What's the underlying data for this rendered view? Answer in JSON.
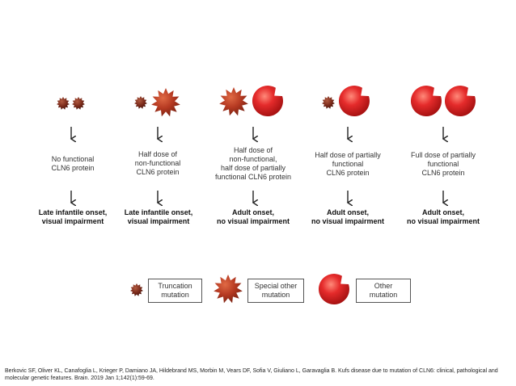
{
  "columns": [
    {
      "protein_lines": [
        "No functional",
        "CLN6 protein"
      ],
      "outcome_lines": [
        "Late infantile onset,",
        "visual impairment"
      ]
    },
    {
      "protein_lines": [
        "Half dose of",
        "non-functional",
        "CLN6 protein"
      ],
      "outcome_lines": [
        "Late infantile onset,",
        "visual impairment"
      ]
    },
    {
      "protein_lines": [
        "Half dose of",
        "non-functional,",
        "half dose of partially",
        "functional CLN6 protein"
      ],
      "outcome_lines": [
        "Adult onset,",
        "no visual impairment"
      ]
    },
    {
      "protein_lines": [
        "Half dose of partially",
        "functional",
        "CLN6 protein"
      ],
      "outcome_lines": [
        "Adult onset,",
        "no visual impairment"
      ]
    },
    {
      "protein_lines": [
        "Full dose of partially",
        "functional",
        "CLN6 protein"
      ],
      "outcome_lines": [
        "Adult onset,",
        "no visual impairment"
      ]
    }
  ],
  "legend": [
    {
      "lines": [
        "Truncation",
        "mutation"
      ],
      "icon": "truncation-mutation-icon"
    },
    {
      "lines": [
        "Special other",
        "mutation"
      ],
      "icon": "special-mutation-icon"
    },
    {
      "lines": [
        "Other",
        "mutation"
      ],
      "icon": "other-mutation-icon"
    }
  ],
  "citation": "Berkovic SF, Oliver KL, Canafoglia L, Krieger P, Damiano JA, Hildebrand MS, Morbin M, Vears DF, Sofia V, Giuliano L, Garavaglia B. Kufs disease due to mutation of CLN6: clinical, pathological and molecular genetic features. Brain. 2019 Jan 1;142(1):59-69.",
  "colors": {
    "truncation": "#7a2a1a",
    "special": "#b63a22",
    "other": "#e52b2b",
    "arrow": "#222222"
  }
}
